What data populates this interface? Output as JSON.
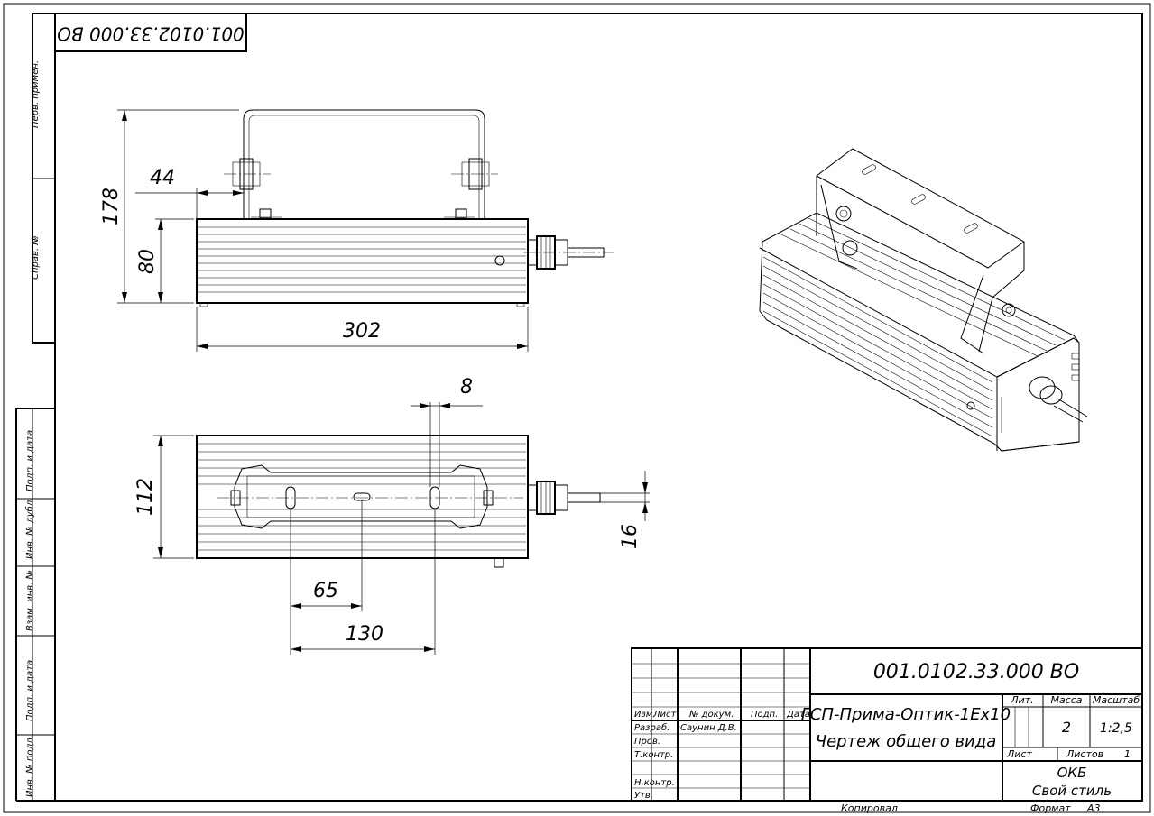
{
  "document": {
    "designation": "001.0102.33.000 ВО",
    "designation_rotated": "001.0102.33.000 ВО",
    "title_line1": "ГСП-Прима-Оптик-1Ех10",
    "title_line2": "Чертеж общего вида",
    "organization_line1": "ОКБ",
    "organization_line2": "Свой стиль",
    "mass_value": "2",
    "scale_value": "1:2,5",
    "sheets_value": "1",
    "copied_label": "Копировал",
    "format_label": "Формат",
    "format_value": "А3"
  },
  "title_block_labels": {
    "lit": "Лит.",
    "mass": "Масса",
    "scale": "Масштаб",
    "sheet": "Лист",
    "sheets": "Листов",
    "izm": "Изм.",
    "list": "Лист",
    "doc_no": "№ докум.",
    "sign": "Подп.",
    "date": "Дата",
    "developed": "Разраб.",
    "checked": "Пров.",
    "tech_control": "Т.контр.",
    "norm_control": "Н.контр.",
    "approved": "Утв.",
    "developer_name": "Саунин Д.В."
  },
  "side_stamps": {
    "first_use": "Перв. примен.",
    "ref_no": "Справ. №",
    "sign_date_1": "Подп. и дата",
    "dup_inv_no": "Инв. № дубл.",
    "replace_inv_no": "Взам. инв. №",
    "sign_date_2": "Подп. и дата",
    "orig_inv_no": "Инв. № подл."
  },
  "dimensions": {
    "height_total": "178",
    "bracket_offset": "44",
    "body_height": "80",
    "body_length": "302",
    "slot_width": "8",
    "body_width": "112",
    "cable_dia": "16",
    "slot_spacing": "65",
    "slot_span": "130"
  }
}
